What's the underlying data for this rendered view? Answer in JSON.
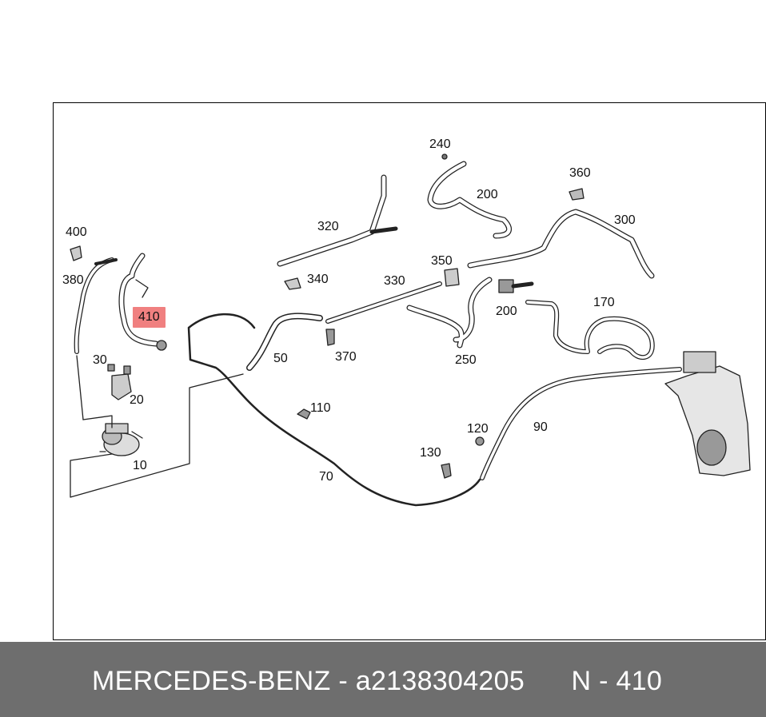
{
  "diagram": {
    "callouts": [
      {
        "id": "240",
        "text": "240"
      },
      {
        "id": "200a",
        "text": "200"
      },
      {
        "id": "360",
        "text": "360"
      },
      {
        "id": "300",
        "text": "300"
      },
      {
        "id": "320",
        "text": "320"
      },
      {
        "id": "400",
        "text": "400"
      },
      {
        "id": "380",
        "text": "380"
      },
      {
        "id": "410",
        "text": "410",
        "highlight": true
      },
      {
        "id": "350",
        "text": "350"
      },
      {
        "id": "340",
        "text": "340"
      },
      {
        "id": "330",
        "text": "330"
      },
      {
        "id": "200b",
        "text": "200"
      },
      {
        "id": "170",
        "text": "170"
      },
      {
        "id": "50",
        "text": "50"
      },
      {
        "id": "370",
        "text": "370"
      },
      {
        "id": "250",
        "text": "250"
      },
      {
        "id": "30",
        "text": "30"
      },
      {
        "id": "20",
        "text": "20"
      },
      {
        "id": "110",
        "text": "110"
      },
      {
        "id": "120",
        "text": "120"
      },
      {
        "id": "90",
        "text": "90"
      },
      {
        "id": "130",
        "text": "130"
      },
      {
        "id": "10",
        "text": "10"
      },
      {
        "id": "70",
        "text": "70"
      }
    ],
    "highlight_color": "#f08080"
  },
  "footer": {
    "brand": "MERCEDES-BENZ",
    "separator": " - ",
    "part_number": "a2138304205",
    "position_label": "N - 410",
    "background_color": "#6e6e6e",
    "text_color": "#ffffff"
  }
}
